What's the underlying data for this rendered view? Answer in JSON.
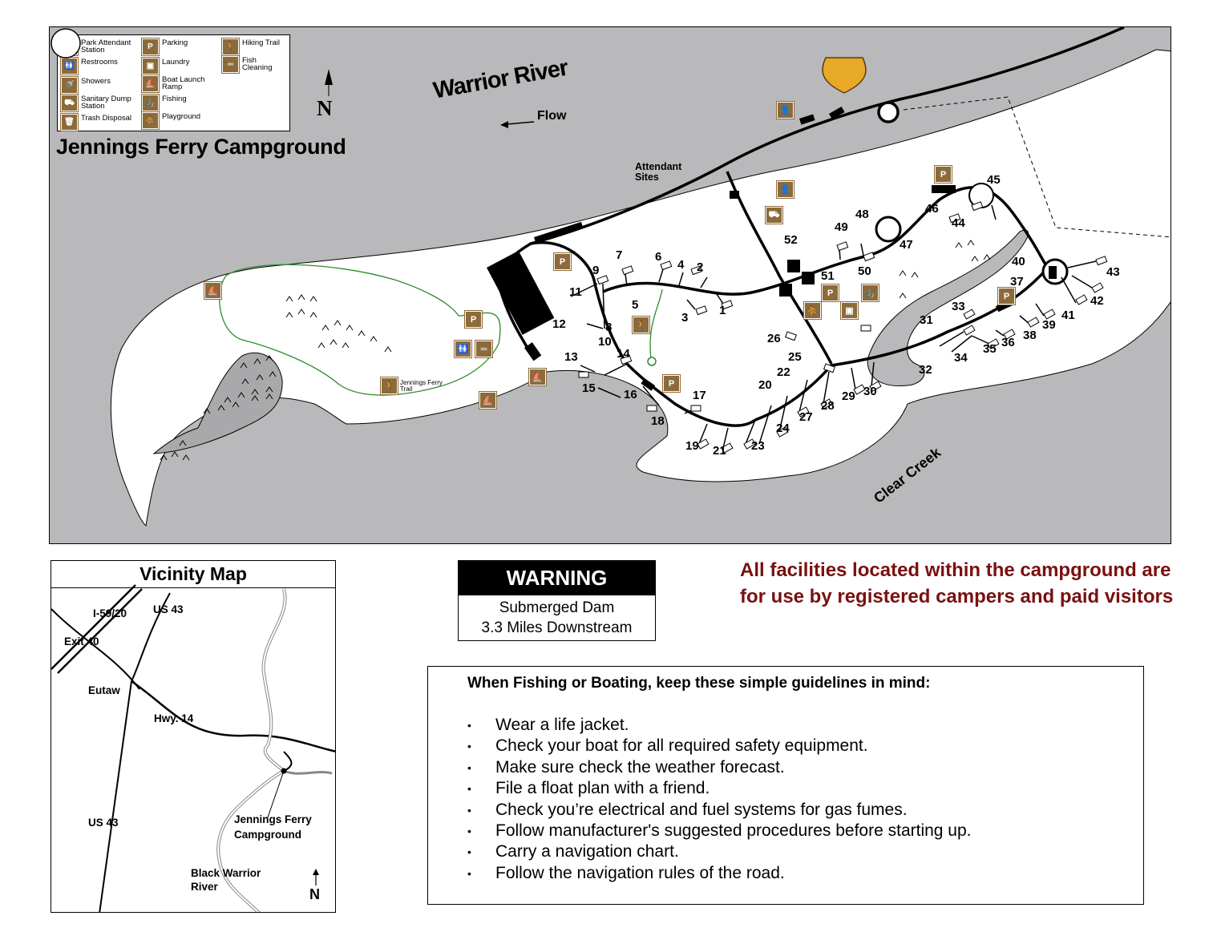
{
  "map": {
    "title": "Jennings Ferry Campground",
    "river_label": "Warrior River",
    "flow_label": "Flow",
    "creek_label": "Clear Creek",
    "compass_letter": "N",
    "attendant_sites_label": "Attendant\nSites",
    "trail_label": "Jennings Ferry\nTrail",
    "colors": {
      "water": "#b9b9bb",
      "land": "#ffffff",
      "icon_brown": "#8c6a3a",
      "trail_green": "#2e8b2e",
      "road": "#000000"
    },
    "legend": [
      {
        "icon": "park-attendant-icon",
        "glyph": "👤",
        "label": "Park Attendant\nStation"
      },
      {
        "icon": "restrooms-icon",
        "glyph": "🚻",
        "label": "Restrooms"
      },
      {
        "icon": "showers-icon",
        "glyph": "🚿",
        "label": "Showers"
      },
      {
        "icon": "sanitary-dump-icon",
        "glyph": "⛟",
        "label": "Sanitary Dump\nStation"
      },
      {
        "icon": "trash-disposal-icon",
        "glyph": "🗑",
        "label": "Trash Disposal"
      },
      {
        "icon": "parking-icon",
        "glyph": "P",
        "label": "Parking"
      },
      {
        "icon": "laundry-icon",
        "glyph": "▣",
        "label": "Laundry"
      },
      {
        "icon": "boat-launch-icon",
        "glyph": "⛵",
        "label": "Boat Launch\nRamp"
      },
      {
        "icon": "fishing-icon",
        "glyph": "🎣",
        "label": "Fishing"
      },
      {
        "icon": "playground-icon",
        "glyph": "⛹",
        "label": "Playground"
      },
      {
        "icon": "hiking-trail-icon",
        "glyph": "🚶",
        "label": "Hiking Trail"
      },
      {
        "icon": "fish-cleaning-icon",
        "glyph": "═",
        "label": "Fish\nCleaning"
      }
    ],
    "site_numbers": [
      "1",
      "2",
      "3",
      "4",
      "5",
      "6",
      "7",
      "8",
      "9",
      "10",
      "11",
      "12",
      "13",
      "14",
      "15",
      "16",
      "17",
      "18",
      "19",
      "20",
      "21",
      "22",
      "23",
      "24",
      "25",
      "26",
      "27",
      "28",
      "29",
      "30",
      "31",
      "32",
      "33",
      "34",
      "35",
      "36",
      "37",
      "38",
      "39",
      "40",
      "41",
      "42",
      "43",
      "44",
      "45",
      "46",
      "47",
      "48",
      "49",
      "50",
      "51",
      "52"
    ]
  },
  "vicinity": {
    "title": "Vicinity Map",
    "labels": {
      "i59": "I-59/20",
      "us43_top": "US 43",
      "exit40": "Exit 40",
      "eutaw": "Eutaw",
      "hwy14": "Hwy. 14",
      "us43_bottom": "US 43",
      "campground": "Jennings Ferry\nCampground",
      "river": "Black Warrior\nRiver",
      "north": "N"
    }
  },
  "warning": {
    "heading": "WARNING",
    "line1": "Submerged Dam",
    "line2": "3.3 Miles Downstream"
  },
  "notice": "All facilities located within the campground are for use by registered campers and paid visitors",
  "guidelines": {
    "heading": "When Fishing or Boating, keep these simple guidelines in mind:",
    "items": [
      "Wear a life jacket.",
      "Check your boat for all required safety equipment.",
      "Make sure check the weather forecast.",
      "File a float plan with a friend.",
      "Check you’re electrical and fuel systems for gas fumes.",
      "Follow manufacturer's suggested procedures before starting up.",
      "Carry a navigation chart.",
      "Follow the navigation rules of the road."
    ]
  }
}
